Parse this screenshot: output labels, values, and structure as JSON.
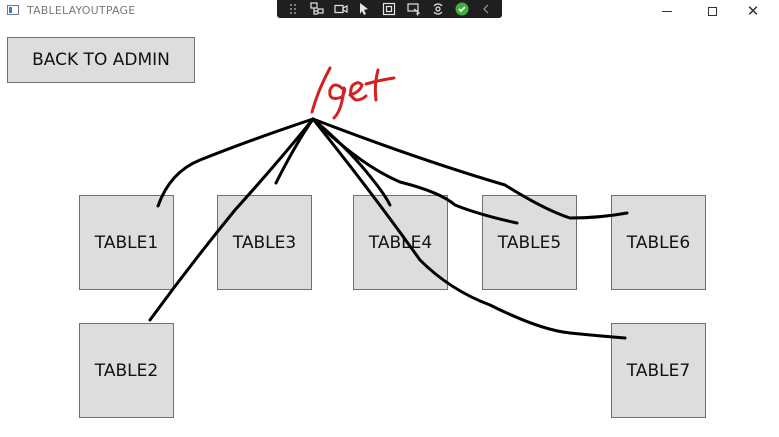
{
  "window": {
    "title": "TABLELAYOUTPAGE",
    "close_glyph": "✕"
  },
  "debug_toolbar": {
    "icons": [
      "grip-icon",
      "live-tree-icon",
      "video-icon",
      "select-element-icon",
      "display-adorners-icon",
      "track-focus-icon",
      "hot-reload-icon",
      "check-icon",
      "collapse-chevron-icon"
    ],
    "check_color": "#3fb03f"
  },
  "back_button": {
    "label": "BACK TO ADMIN"
  },
  "tables": {
    "t1": {
      "label": "TABLE1"
    },
    "t2": {
      "label": "TABLE2"
    },
    "t3": {
      "label": "TABLE3"
    },
    "t4": {
      "label": "TABLE4"
    },
    "t5": {
      "label": "TABLE5"
    },
    "t6": {
      "label": "TABLE6"
    },
    "t7": {
      "label": "TABLE7"
    }
  },
  "annotation": {
    "text": "/get",
    "color": "#d42020"
  }
}
